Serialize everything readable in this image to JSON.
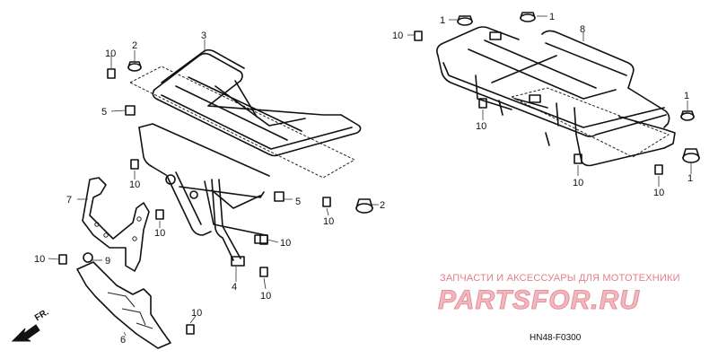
{
  "watermark": {
    "caption": "ЗАПЧАСТИ И АКСЕССУАРЫ ДЛЯ МОТОТЕХНИКИ",
    "logo": "PARTSFOR.RU"
  },
  "diagram_code": "HN48-F0300",
  "direction_label": "FR.",
  "callouts": [
    {
      "id": "c1a",
      "label": "1"
    },
    {
      "id": "c1b",
      "label": "1"
    },
    {
      "id": "c1c",
      "label": "1"
    },
    {
      "id": "c1d",
      "label": "1"
    },
    {
      "id": "c2a",
      "label": "2"
    },
    {
      "id": "c2b",
      "label": "2"
    },
    {
      "id": "c3",
      "label": "3"
    },
    {
      "id": "c4",
      "label": "4"
    },
    {
      "id": "c5a",
      "label": "5"
    },
    {
      "id": "c5b",
      "label": "5"
    },
    {
      "id": "c6",
      "label": "6"
    },
    {
      "id": "c7",
      "label": "7"
    },
    {
      "id": "c8",
      "label": "8"
    },
    {
      "id": "c9",
      "label": "9"
    },
    {
      "id": "c10a",
      "label": "10"
    },
    {
      "id": "c10b",
      "label": "10"
    },
    {
      "id": "c10c",
      "label": "10"
    },
    {
      "id": "c10d",
      "label": "10"
    },
    {
      "id": "c10e",
      "label": "10"
    },
    {
      "id": "c10f",
      "label": "10"
    },
    {
      "id": "c10g",
      "label": "10"
    },
    {
      "id": "c10h",
      "label": "10"
    },
    {
      "id": "c10i",
      "label": "10"
    },
    {
      "id": "c10j",
      "label": "10"
    },
    {
      "id": "c10k",
      "label": "10"
    },
    {
      "id": "c10l",
      "label": "10"
    }
  ]
}
